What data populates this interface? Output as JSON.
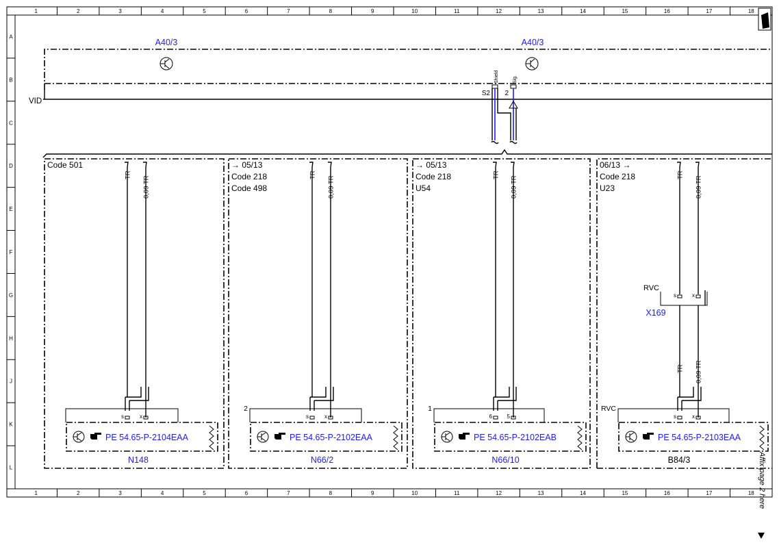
{
  "grid": {
    "cols": [
      "1",
      "2",
      "3",
      "4",
      "5",
      "6",
      "7",
      "8",
      "9",
      "10",
      "11",
      "12",
      "13",
      "14",
      "15",
      "16",
      "17",
      "18"
    ],
    "rows": [
      "A",
      "B",
      "C",
      "D",
      "E",
      "F",
      "G",
      "H",
      "J",
      "K",
      "L"
    ]
  },
  "top": {
    "left_label": "A40/3",
    "right_label": "A40/3",
    "bus_label": "VID",
    "pin_shield_num": "S2",
    "pin_sig_num": "2",
    "pin_shield_name": "Shield",
    "pin_sig_name": "Sig."
  },
  "wire_codes": {
    "tr": "TR",
    "tr09": "0,09 TR"
  },
  "panels": [
    {
      "id": "n148",
      "lines": [
        "Code 501"
      ],
      "connector_number": "",
      "pin_left": "s",
      "pin_right": "x",
      "pe_ref": "PE 54.65-P-2104EAA",
      "device": "N148"
    },
    {
      "id": "n66-2",
      "lines": [
        "→ 05/13",
        "Code 218",
        "Code 498"
      ],
      "connector_number": "2",
      "pin_left": "s",
      "pin_right": "x",
      "pe_ref": "PE 54.65-P-2102EAA",
      "device": "N66/2"
    },
    {
      "id": "n66-10",
      "lines": [
        "→ 05/13",
        "Code 218",
        "U54"
      ],
      "connector_number": "1",
      "pin_left": "6",
      "pin_right": "5",
      "pe_ref": "PE 54.65-P-2102EAB",
      "device": "N66/10"
    },
    {
      "id": "b84-3",
      "lines": [
        "06/13 →",
        "Code 218",
        "U23"
      ],
      "connector_number": "RVC",
      "pin_left": "s",
      "pin_right": "x",
      "pe_ref": "PE 54.65-P-2103EAA",
      "device": "B84/3"
    }
  ],
  "x169": {
    "label": "RVC",
    "device": "X169",
    "pin_left": "s",
    "pin_right": "x"
  },
  "side_note": "Affix page 2 here",
  "colors": {
    "line": "#000000",
    "accent": "#1a1aff"
  }
}
